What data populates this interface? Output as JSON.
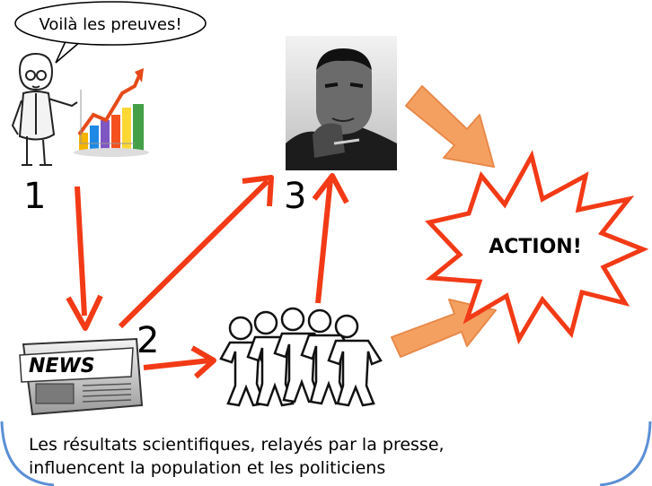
{
  "speech_bubble": {
    "text": "Voilà les preuves!"
  },
  "step_labels": {
    "one": "1",
    "two": "2",
    "three": "3"
  },
  "news_paper": {
    "label": "NEWS"
  },
  "burst": {
    "label": "ACTION!"
  },
  "caption": {
    "line1": "Les résultats scientifiques, relayés par la presse,",
    "line2": "influencent la population et les politiciens"
  },
  "colors": {
    "red_arrow": "#f23a16",
    "orange_arrow": "#f4a060",
    "orange_arrow_stroke": "#e8894a",
    "burst_stroke": "#f23a16",
    "frame_blue": "#5b8fd6"
  },
  "icons": {
    "scientist": "scientist-icon",
    "growth_chart": "growth-chart-icon",
    "portrait": "politician-portrait",
    "crowd": "crowd-icon",
    "newspaper": "newspaper-icon"
  }
}
